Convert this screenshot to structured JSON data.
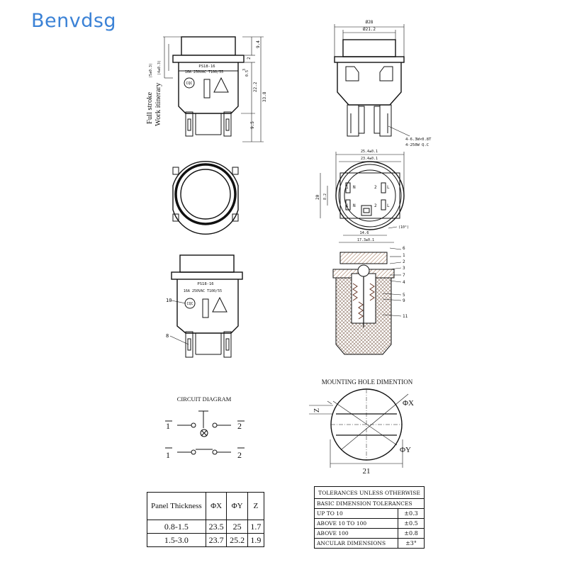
{
  "watermark": "Benvdsg",
  "side_view": {
    "model": "PS18-16",
    "rating": "16A 250VAC T100/55",
    "mark": "CQC",
    "label_full_stroke": "Full stroke",
    "label_full_stroke_dim": "(5±0.3)",
    "label_work_itinerary": "Work itinerary",
    "label_work_itinerary_dim": "(4±0.3)",
    "dim_9_4": "9.4",
    "dim_2": "2",
    "dim_3": "3",
    "dim_0_5": "0.5",
    "dim_22_2": "22.2",
    "dim_33_8": "33.8",
    "dim_9_5": "9.5"
  },
  "front_view": {
    "dim_phi28": "Ø28",
    "dim_phi21_2": "Ø21.2",
    "terminal_note_1": "4-6.3W×0.8T",
    "terminal_note_2": "4-250W Q.C"
  },
  "bottom_view": {
    "dim_25_4": "25.4±0.1",
    "dim_23_4": "23.4±0.1",
    "dim_20": "20",
    "dim_8_2": "8.2",
    "dim_14_6": "14.6",
    "dim_17_3": "17.3±0.1",
    "angle": "(10°)",
    "pin_labels": [
      "1",
      "N",
      "2",
      "L",
      "1",
      "N",
      "2",
      "L"
    ]
  },
  "section_view": {
    "callouts": [
      "6",
      "1",
      "2",
      "3",
      "7",
      "4",
      "5",
      "9",
      "11"
    ]
  },
  "side_view_2": {
    "model": "PS18-16",
    "rating": "16A 250VAC T100/55",
    "mark": "CQC",
    "callout_10": "10",
    "callout_8": "8"
  },
  "circuit_diagram": {
    "title": "CIRCUIT DIAGRAM",
    "row1_left": "1",
    "row1_right": "2",
    "row2_left": "1",
    "row2_right": "2"
  },
  "mounting_hole": {
    "title": "MOUNTING HOLE DIMENTION",
    "label_phi_x": "ΦX",
    "label_phi_y": "ΦY",
    "label_z": "Z",
    "label_21": "21"
  },
  "panel_table": {
    "headers": [
      "Panel Thickness",
      "ΦX",
      "ΦY",
      "Z"
    ],
    "rows": [
      [
        "0.8-1.5",
        "23.5",
        "25",
        "1.7"
      ],
      [
        "1.5-3.0",
        "23.7",
        "25.2",
        "1.9"
      ]
    ]
  },
  "tolerance_table": {
    "title": "TOLERANCES UNLESS OTHERWISE",
    "subtitle": "BASIC DIMENSION TOLERANCES",
    "rows": [
      [
        "UP TO 10",
        "±0.3"
      ],
      [
        "ABOVE 10 TO 100",
        "±0.5"
      ],
      [
        "ABOVE 100",
        "±0.8"
      ],
      [
        "ANCULAR DIMENSIONS",
        "±3°"
      ]
    ]
  }
}
